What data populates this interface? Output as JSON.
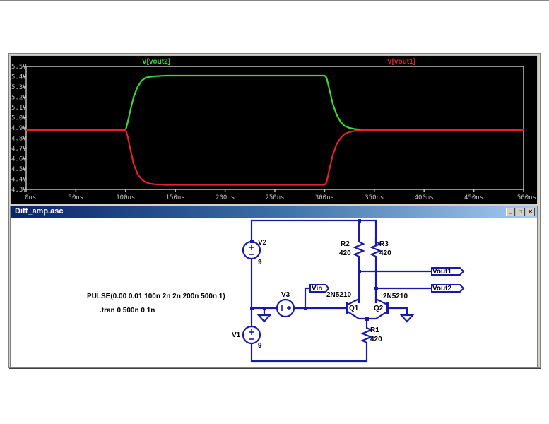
{
  "window": {
    "waveform_title": "",
    "schematic_title": "Diff_amp.asc",
    "buttons": {
      "minimize": "_",
      "maximize": "□",
      "close": "✕"
    }
  },
  "chart_data": {
    "type": "line",
    "title": "",
    "xlabel": "",
    "ylabel": "",
    "xlim": [
      0,
      500
    ],
    "ylim": [
      4.3,
      5.5
    ],
    "x_unit": "ns",
    "y_unit": "V",
    "x_ticks": [
      "0ns",
      "50ns",
      "100ns",
      "150ns",
      "200ns",
      "250ns",
      "300ns",
      "350ns",
      "400ns",
      "450ns",
      "500ns"
    ],
    "y_ticks": [
      "5.5V",
      "5.4V",
      "5.3V",
      "5.2V",
      "5.1V",
      "5.0V",
      "4.9V",
      "4.8V",
      "4.7V",
      "4.6V",
      "4.5V",
      "4.4V",
      "4.3V"
    ],
    "grid": false,
    "series": [
      {
        "name": "V[vout2]",
        "color": "#39d839",
        "x": [
          0,
          100,
          102,
          105,
          108,
          112,
          116,
          120,
          125,
          130,
          140,
          150,
          200,
          250,
          300,
          302,
          305,
          308,
          312,
          316,
          320,
          325,
          330,
          335,
          340,
          400,
          500
        ],
        "y": [
          4.88,
          4.88,
          4.95,
          5.08,
          5.2,
          5.3,
          5.36,
          5.39,
          5.4,
          5.405,
          5.41,
          5.41,
          5.41,
          5.41,
          5.41,
          5.39,
          5.27,
          5.14,
          5.03,
          4.96,
          4.92,
          4.9,
          4.89,
          4.885,
          4.88,
          4.88,
          4.88
        ]
      },
      {
        "name": "V[vout1]",
        "color": "#e8202a",
        "x": [
          0,
          100,
          102,
          105,
          108,
          112,
          116,
          120,
          125,
          130,
          140,
          150,
          200,
          250,
          300,
          302,
          305,
          308,
          312,
          316,
          320,
          325,
          330,
          335,
          340,
          400,
          500
        ],
        "y": [
          4.88,
          4.88,
          4.82,
          4.68,
          4.55,
          4.45,
          4.4,
          4.37,
          4.355,
          4.35,
          4.345,
          4.345,
          4.345,
          4.345,
          4.345,
          4.37,
          4.5,
          4.63,
          4.74,
          4.8,
          4.84,
          4.86,
          4.87,
          4.875,
          4.88,
          4.88,
          4.88
        ]
      }
    ],
    "legend": [
      "V[vout2]",
      "V[vout1]"
    ],
    "legend_placement": "top"
  },
  "schematic": {
    "wire_color": "#1a1aa8",
    "components": {
      "V2": {
        "name": "V2",
        "value": "9"
      },
      "V1": {
        "name": "V1",
        "value": "9"
      },
      "V3": {
        "name": "V3"
      },
      "R1": {
        "name": "R1",
        "value": "420"
      },
      "R2": {
        "name": "R2",
        "value": "420"
      },
      "R3": {
        "name": "R3",
        "value": "420"
      },
      "Q1": {
        "name": "Q1",
        "model": "2N5210"
      },
      "Q2": {
        "name": "Q2",
        "model": "2N5210"
      }
    },
    "net_labels": {
      "vin": "Vin",
      "vout1": "Vout1",
      "vout2": "Vout2"
    },
    "directives": {
      "pulse": "PULSE(0.00 0.01 100n 2n 2n 200n 500n 1)",
      "tran": ".tran 0 500n 0 1n"
    }
  }
}
